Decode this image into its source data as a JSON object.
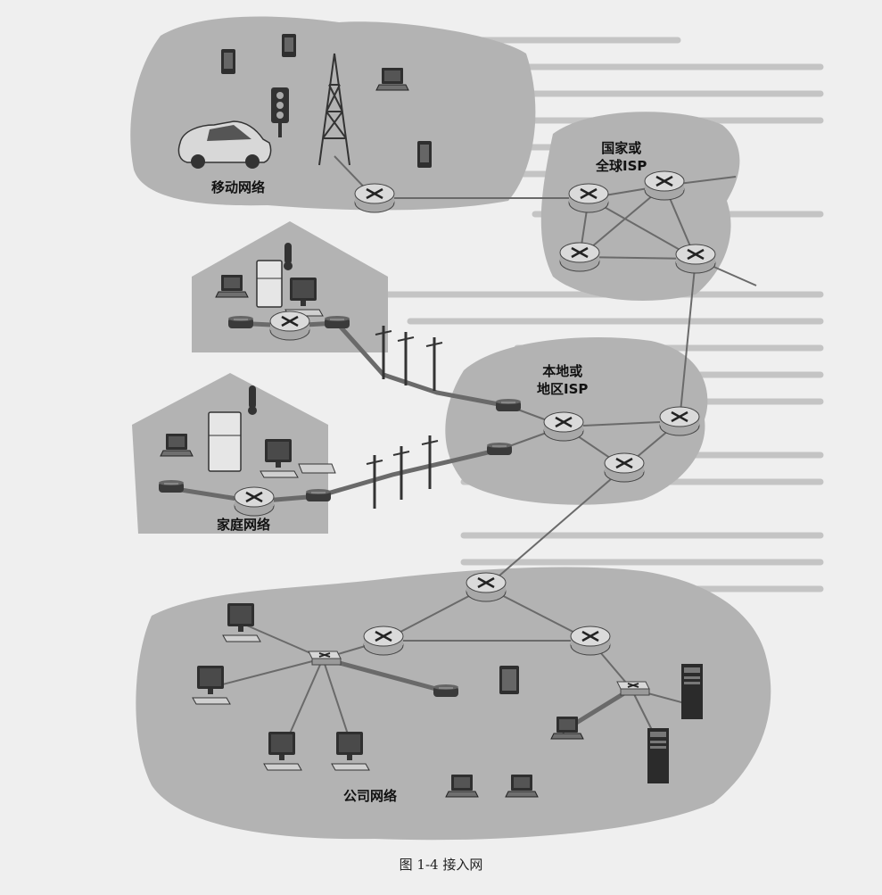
{
  "diagram": {
    "regions": {
      "mobile": "移动网络",
      "global_isp": "国家或\n全球ISP",
      "local_isp": "本地或\n地区ISP",
      "home": "家庭网络",
      "enterprise": "公司网络"
    },
    "caption": "图 1-4   接入网"
  },
  "colors": {
    "background": "#efefef",
    "cloud": "#b3b3b3",
    "router": "#d6d6d6",
    "link": "#6a6a6a",
    "device": "#2f2f2f"
  },
  "icons": [
    "router-icon",
    "switch-icon",
    "modem-icon",
    "laptop-icon",
    "desktop-icon",
    "server-icon",
    "phone-icon",
    "tablet-icon",
    "car-icon",
    "traffic-light-icon",
    "cell-tower-icon",
    "fridge-icon",
    "thermometer-icon",
    "utility-pole-icon",
    "house-icon"
  ]
}
